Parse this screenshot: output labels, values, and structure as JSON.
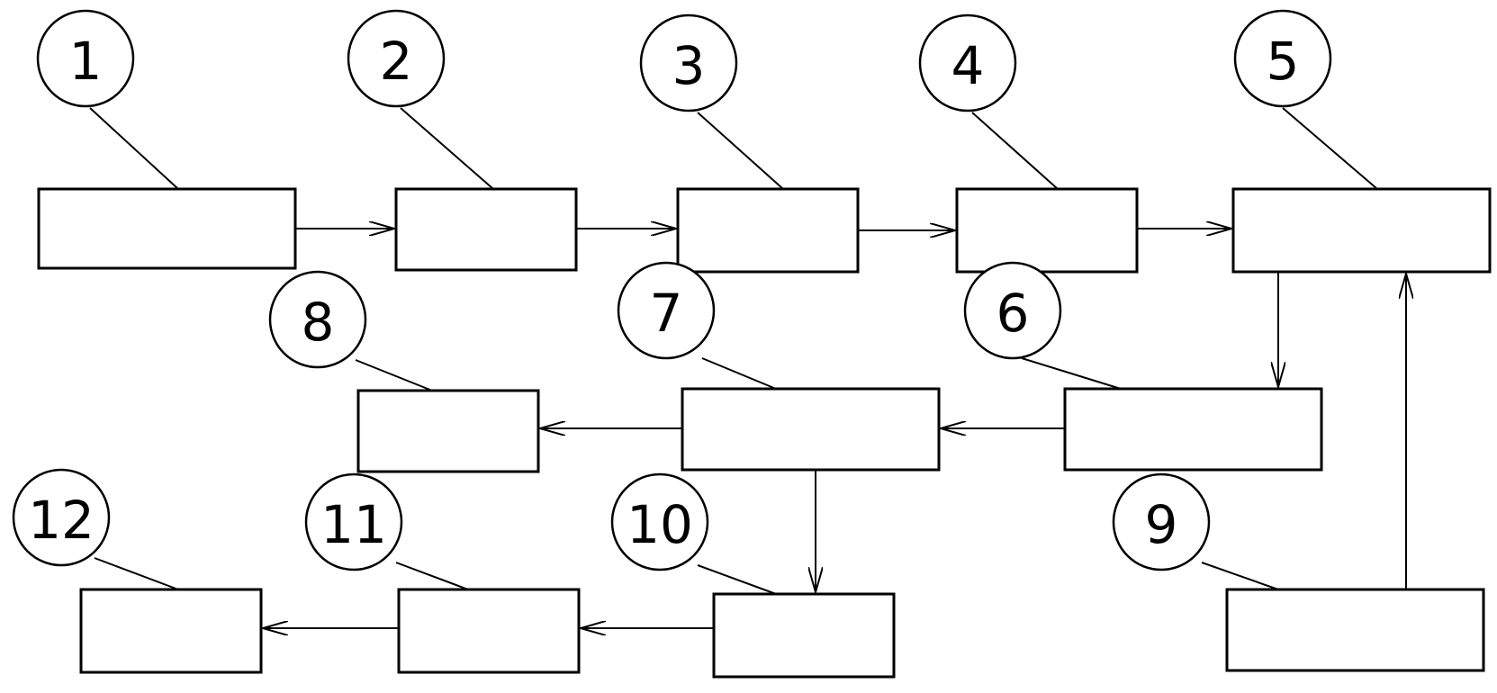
{
  "labels": {
    "n1": "1",
    "n2": "2",
    "n3": "3",
    "n4": "4",
    "n5": "5",
    "n6": "6",
    "n7": "7",
    "n8": "8",
    "n9": "9",
    "n10": "10",
    "n11": "11",
    "n12": "12"
  },
  "connections": [
    [
      "1",
      "2"
    ],
    [
      "2",
      "3"
    ],
    [
      "3",
      "4"
    ],
    [
      "4",
      "5"
    ],
    [
      "5",
      "6"
    ],
    [
      "6",
      "7"
    ],
    [
      "7",
      "8"
    ],
    [
      "7",
      "10"
    ],
    [
      "10",
      "11"
    ],
    [
      "11",
      "12"
    ],
    [
      "9",
      "5"
    ]
  ]
}
